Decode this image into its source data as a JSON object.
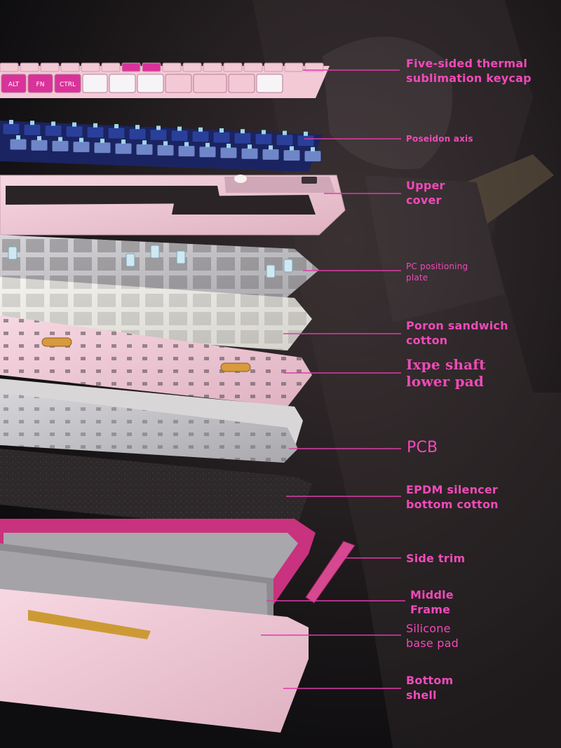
{
  "colors": {
    "background": "#111012",
    "label": "#f04ab8",
    "leader": "#e03aa8",
    "keycap_pink": "#f3c9d6",
    "keycap_magenta": "#d9329a",
    "switch_blue": "#2a3f9a",
    "plate_pink": "#ecc7d3",
    "frame_magenta": "#c8327e",
    "pcb_grey": "#bfbec3",
    "foam_dark": "#2d2829"
  },
  "keycaps": {
    "mod_keys": [
      "ALT",
      "FN",
      "CTRL"
    ]
  },
  "labels": [
    {
      "id": "keycap",
      "lines": [
        "Five-sided thermal",
        "sublimation keycap"
      ]
    },
    {
      "id": "axis",
      "lines": [
        "Poseidon axis"
      ]
    },
    {
      "id": "upper_cover",
      "lines": [
        "Upper",
        "cover"
      ]
    },
    {
      "id": "pc_plate",
      "lines": [
        "PC positioning",
        "plate"
      ]
    },
    {
      "id": "poron",
      "lines": [
        "Poron sandwich",
        "cotton"
      ]
    },
    {
      "id": "ixpe",
      "lines": [
        "Ixpe shaft",
        "lower pad"
      ]
    },
    {
      "id": "pcb",
      "lines": [
        "PCB"
      ]
    },
    {
      "id": "epdm",
      "lines": [
        "EPDM silencer",
        "bottom cotton"
      ]
    },
    {
      "id": "side_trim",
      "lines": [
        "Side trim"
      ]
    },
    {
      "id": "middle_frame",
      "lines": [
        "Middle",
        "Frame"
      ]
    },
    {
      "id": "silicone",
      "lines": [
        "Silicone",
        "base pad"
      ]
    },
    {
      "id": "bottom_shell",
      "lines": [
        "Bottom",
        "shell"
      ]
    }
  ]
}
